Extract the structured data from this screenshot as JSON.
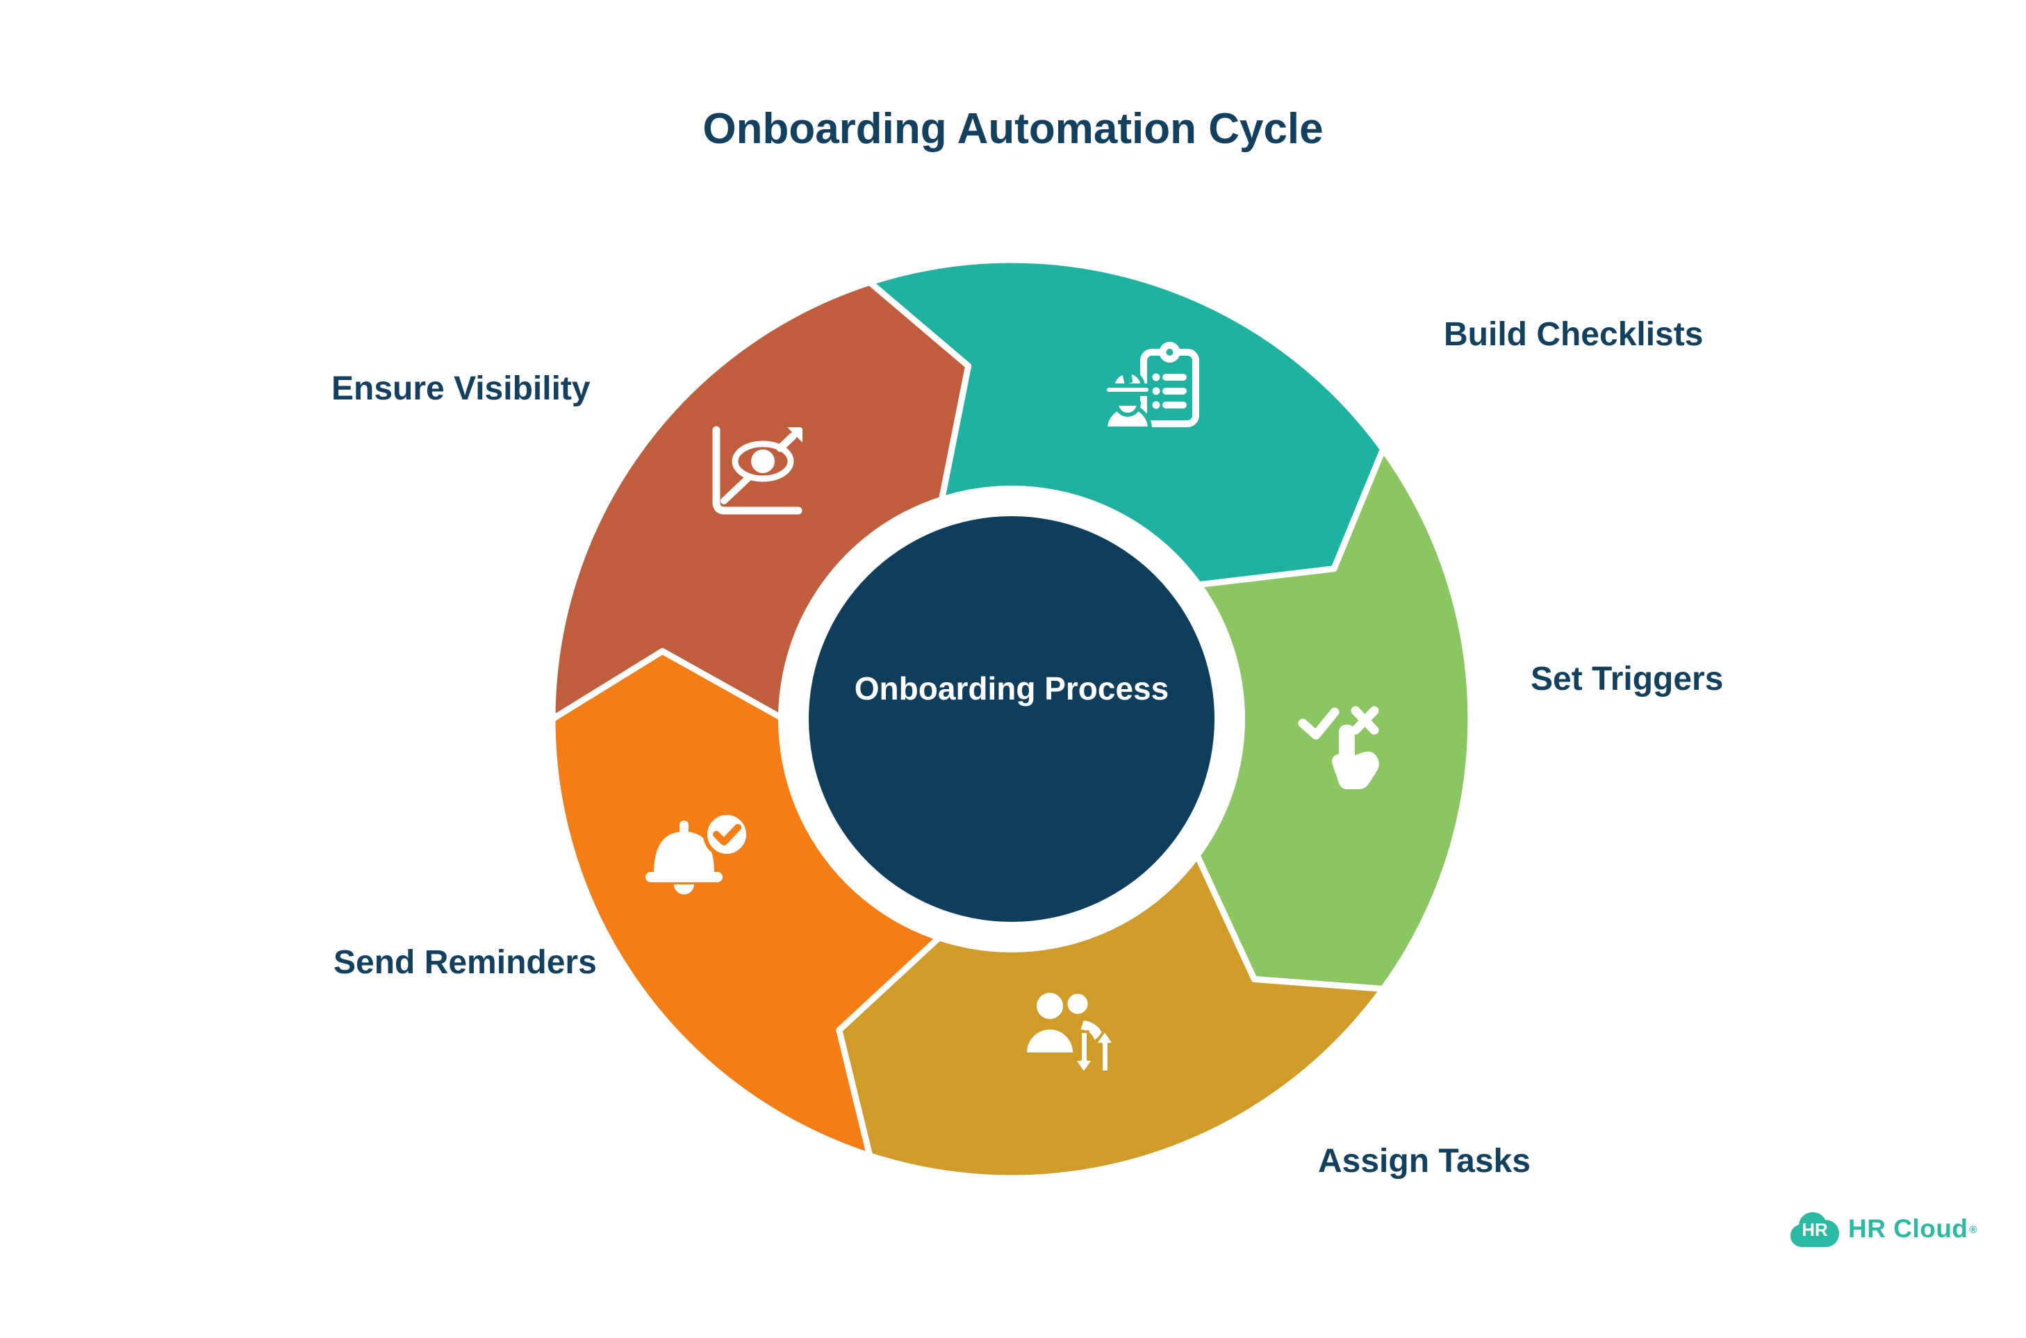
{
  "title": "Onboarding Automation Cycle",
  "center": {
    "label": "Onboarding Process"
  },
  "segments": [
    {
      "id": "build-checklists",
      "label": "Build Checklists",
      "color": "#20b2a0",
      "icon": "worker-checklist-icon"
    },
    {
      "id": "set-triggers",
      "label": "Set Triggers",
      "color": "#8bc662",
      "icon": "tap-check-cross-icon"
    },
    {
      "id": "assign-tasks",
      "label": "Assign Tasks",
      "color": "#d09b28",
      "icon": "people-swap-arrows-icon"
    },
    {
      "id": "send-reminders",
      "label": "Send Reminders",
      "color": "#f57d15",
      "icon": "bell-check-icon"
    },
    {
      "id": "ensure-visibility",
      "label": "Ensure Visibility",
      "color": "#c05d3c",
      "icon": "chart-eye-growth-icon"
    }
  ],
  "center_color": "#0e3e5c",
  "text_color": "#14405f",
  "logo": {
    "badge_text": "HR",
    "brand": "HR Cloud",
    "registered_mark": "®",
    "color": "#2ab9a2"
  }
}
